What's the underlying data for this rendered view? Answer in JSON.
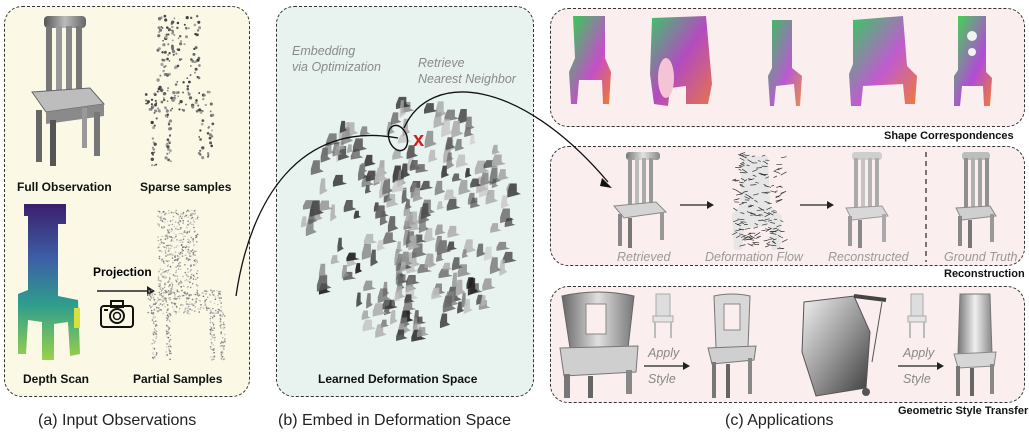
{
  "panel_a": {
    "full_observation": "Full Observation",
    "sparse_samples": "Sparse samples",
    "projection": "Projection",
    "depth_scan": "Depth Scan",
    "partial_samples": "Partial Samples",
    "caption": "(a) Input Observations"
  },
  "panel_b": {
    "embedding_line1": "Embedding",
    "embedding_line2": "via Optimization",
    "retrieve_line1": "Retrieve",
    "retrieve_line2": "Nearest Neighbor",
    "space_label": "Learned Deformation Space",
    "marker": "x",
    "caption": "(b) Embed in Deformation Space"
  },
  "panel_c": {
    "shape_correspondences": "Shape Correspondences",
    "retrieved": "Retrieved",
    "deformation_flow": "Deformation Flow",
    "reconstructed": "Reconstructed",
    "ground_truth": "Ground Truth",
    "reconstruction": "Reconstruction",
    "apply_style_1a": "Apply",
    "apply_style_1b": "Style",
    "apply_style_2a": "Apply",
    "apply_style_2b": "Style",
    "geometric_style_transfer": "Geometric Style Transfer",
    "caption": "(c) Applications"
  },
  "colors": {
    "panel_a_bg": "#fbf9e6",
    "panel_b_bg": "#e8f2ef",
    "panel_c_bg": "#fbeeee",
    "marker_red": "#d0201c"
  }
}
